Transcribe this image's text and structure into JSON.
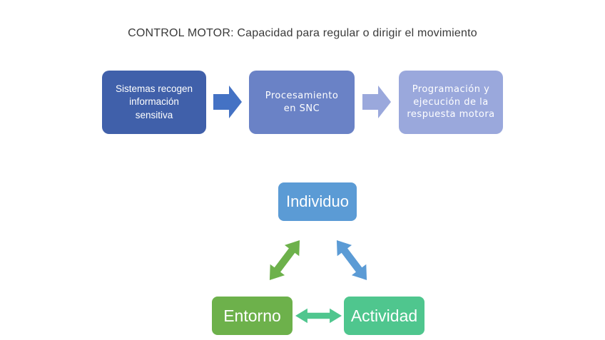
{
  "slide_title": "CONTROL MOTOR: Capacidad para regular o dirigir el movimiento",
  "process_flow": {
    "steps": [
      {
        "label": "Sistemas recogen información sensitiva",
        "color": "#4060AA"
      },
      {
        "label": "Procesamiento en SNC",
        "color": "#6A82C6"
      },
      {
        "label": "Programación y ejecución de la respuesta motora",
        "color": "#9AA8DC"
      }
    ],
    "connectors": [
      {
        "name": "flow-arrow-1",
        "direction": "right",
        "color": "#4472C4"
      },
      {
        "name": "flow-arrow-2",
        "direction": "right",
        "color": "#9AA8DC"
      }
    ]
  },
  "interaction_triangle": {
    "nodes": {
      "individuo": {
        "label": "Individuo",
        "color": "#5B9BD5"
      },
      "entorno": {
        "label": "Entorno",
        "color": "#6DB14B"
      },
      "actividad": {
        "label": "Actividad",
        "color": "#4FC68E"
      }
    },
    "connectors": [
      {
        "name": "individuo-entorno",
        "type": "double-arrow",
        "color": "#6DB14B"
      },
      {
        "name": "individuo-actividad",
        "type": "double-arrow",
        "color": "#5B9BD5"
      },
      {
        "name": "entorno-actividad",
        "type": "double-arrow",
        "color": "#4FC68E"
      }
    ]
  },
  "colors": {
    "background": "#FFFFFF",
    "title_text": "#3A3A3A",
    "box_text": "#FFFFFF"
  }
}
